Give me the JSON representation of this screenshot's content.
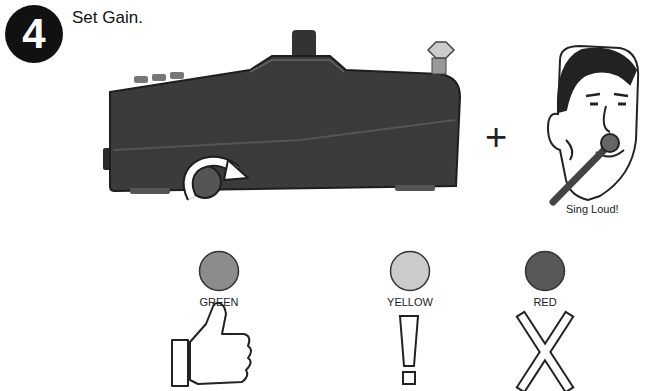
{
  "diagram": {
    "title": "Set Gain.",
    "nodes": [
      {
        "text": [
          "4"
        ]
      },
      {
        "text": [
          "GREEN"
        ]
      },
      {
        "text": [
          "YELLOW"
        ]
      },
      {
        "text": [
          "RED"
        ]
      }
    ],
    "labels": [
      "+",
      "Sing Loud!"
    ]
  }
}
